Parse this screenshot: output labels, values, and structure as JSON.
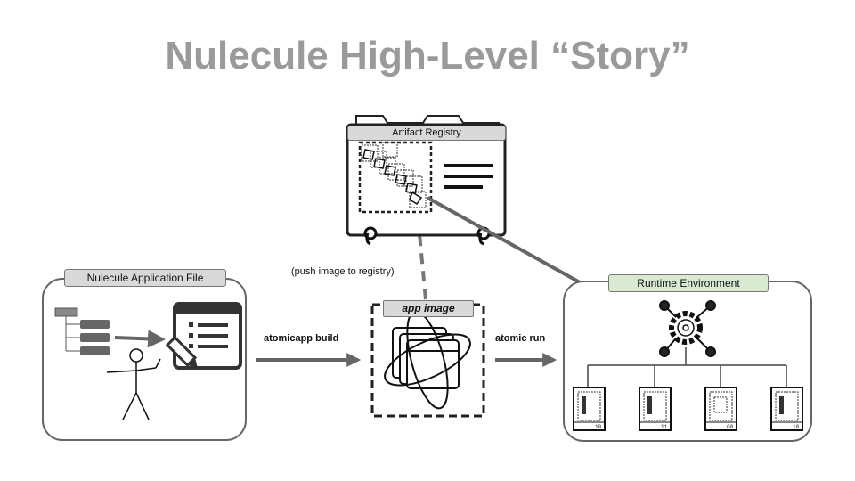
{
  "slide": {
    "title": "Nulecule High-Level “Story”"
  },
  "diagram": {
    "registry_label": "Artifact Registry",
    "app_file_label": "Nulecule Application File",
    "app_image_label": "app image",
    "runtime_label": "Runtime Environment",
    "build_label": "atomicapp build",
    "run_label": "atomic run",
    "push_label": "(push image to registry)",
    "node_labels": [
      "10",
      "11",
      "00",
      "10"
    ]
  },
  "colors": {
    "title": "#9a9a9a",
    "runtime_tag_bg": "#d9ead3",
    "tag_bg": "#d9d9d9",
    "arrow": "#666666"
  }
}
